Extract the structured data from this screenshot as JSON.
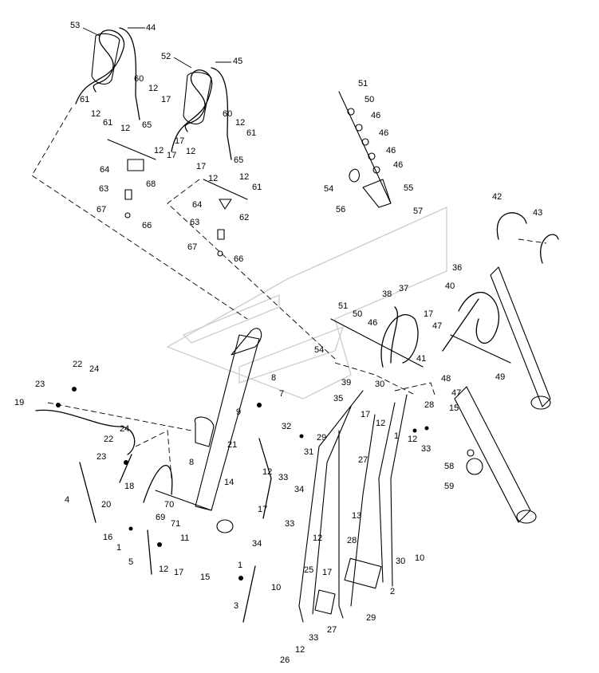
{
  "diagram": {
    "callouts": [
      "53",
      "44",
      "52",
      "45",
      "61",
      "60",
      "12",
      "17",
      "65",
      "68",
      "64",
      "63",
      "67",
      "66",
      "62",
      "51",
      "50",
      "46",
      "54",
      "55",
      "56",
      "57",
      "42",
      "43",
      "36",
      "40",
      "37",
      "38",
      "41",
      "47",
      "48",
      "49",
      "35",
      "39",
      "30",
      "28",
      "31",
      "32",
      "29",
      "27",
      "26",
      "15",
      "33",
      "34",
      "13",
      "2",
      "10",
      "25",
      "3",
      "1",
      "22",
      "24",
      "19",
      "23",
      "8",
      "7",
      "9",
      "21",
      "18",
      "20",
      "70",
      "69",
      "71",
      "14",
      "4",
      "16",
      "11",
      "5",
      "58",
      "59"
    ]
  }
}
